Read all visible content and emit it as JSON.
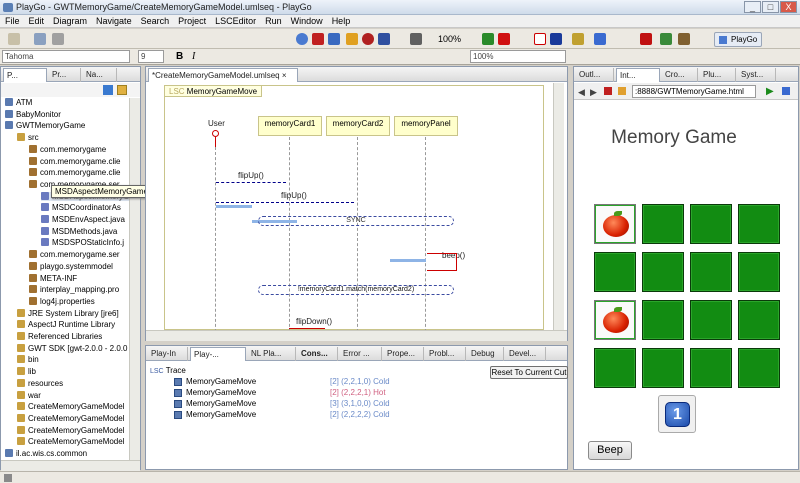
{
  "window": {
    "title": "PlayGo - GWTMemoryGame/CreateMemoryGameModel.umlseq - PlayGo",
    "min": "_",
    "max": "□",
    "close": "X"
  },
  "menu": [
    "File",
    "Edit",
    "Diagram",
    "Navigate",
    "Search",
    "Project",
    "LSCEditor",
    "Run",
    "Window",
    "Help"
  ],
  "toolbar": {
    "zoom": "100%",
    "zoom2": "100%",
    "font": "Tahoma",
    "font_size": "9",
    "perspective": "PlayGo"
  },
  "left_panel": {
    "tabs": [
      "P...",
      "Pr...",
      "Na..."
    ],
    "tree": [
      {
        "label": "ATM",
        "depth": 1
      },
      {
        "label": "BabyMonitor",
        "depth": 1
      },
      {
        "label": "GWTMemoryGame",
        "depth": 1
      },
      {
        "label": "src",
        "depth": 2
      },
      {
        "label": "com.memorygame",
        "depth": 3
      },
      {
        "label": "com.memorygame.clie",
        "depth": 3
      },
      {
        "label": "com.memorygame.clie",
        "depth": 3
      },
      {
        "label": "com.memorygame.ser",
        "depth": 3
      },
      {
        "label": "MSDAspectMemoryGameMove.aj",
        "depth": 4
      },
      {
        "label": "MSDCoordinatorAs",
        "depth": 4
      },
      {
        "label": "MSDEnvAspect.java",
        "depth": 4
      },
      {
        "label": "MSDMethods.java",
        "depth": 4
      },
      {
        "label": "MSDSPOStaticInfo.j",
        "depth": 4
      },
      {
        "label": "com.memorygame.ser",
        "depth": 3
      },
      {
        "label": "playgo.systemmodel",
        "depth": 3
      },
      {
        "label": "META-INF",
        "depth": 3
      },
      {
        "label": "interplay_mapping.pro",
        "depth": 3
      },
      {
        "label": "log4j.properties",
        "depth": 3
      },
      {
        "label": "JRE System Library [jre6]",
        "depth": 2
      },
      {
        "label": "AspectJ Runtime Library",
        "depth": 2
      },
      {
        "label": "Referenced Libraries",
        "depth": 2
      },
      {
        "label": "GWT SDK [gwt-2.0.0 - 2.0.0",
        "depth": 2
      },
      {
        "label": "bin",
        "depth": 2
      },
      {
        "label": "lib",
        "depth": 2
      },
      {
        "label": "resources",
        "depth": 2
      },
      {
        "label": "war",
        "depth": 2
      },
      {
        "label": "CreateMemoryGameModel",
        "depth": 2
      },
      {
        "label": "CreateMemoryGameModel",
        "depth": 2
      },
      {
        "label": "CreateMemoryGameModel",
        "depth": 2
      },
      {
        "label": "CreateMemoryGameModel",
        "depth": 2
      },
      {
        "label": "il.ac.wis.cs.common",
        "depth": 1
      }
    ],
    "tooltip": "MSDAspectMemoryGameMove.aj"
  },
  "editor": {
    "tab": "*CreateMemoryGameModel.umlseq",
    "frame_label": "MemoryGameMove",
    "frame_prefix": "LSC",
    "actor": "User",
    "lifelines": [
      "memoryCard1",
      "memoryCard2",
      "memoryPanel"
    ],
    "messages": [
      "flipUp()",
      "flipUp()",
      "beep()",
      "flipDown()"
    ],
    "sync": "SYNC",
    "condition": "!memoryCard1.match(memoryCard2)"
  },
  "bottom_panel": {
    "tabs": [
      "Play-In",
      "Play-...",
      "NL Pla...",
      "Cons...",
      "Error ...",
      "Prope...",
      "Probl...",
      "Debug",
      "Devel..."
    ],
    "reset_button": "Reset To Current Cut",
    "trace_root": "Trace",
    "trace_prefix": "LSC",
    "trace": [
      {
        "name": "MemoryGameMove",
        "cut": "[2] (2,2,1,0) Cold",
        "color": "#6a8ac8"
      },
      {
        "name": "MemoryGameMove",
        "cut": "[2] (2,2,2,1) Hot",
        "color": "#d06080"
      },
      {
        "name": "MemoryGameMove",
        "cut": "[3] (3,1,0,0) Cold",
        "color": "#6a8ac8"
      },
      {
        "name": "MemoryGameMove",
        "cut": "[2] (2,2,2,2) Cold",
        "color": "#6a8ac8"
      }
    ]
  },
  "right_panel": {
    "tabs": [
      "Outl...",
      "Int...",
      "Cro...",
      "Plu...",
      "Syst..."
    ],
    "url": ":8888/GWTMemoryGame.html",
    "game_title": "Memory Game",
    "grid": [
      [
        "apple",
        "green",
        "green",
        "green"
      ],
      [
        "green",
        "green",
        "green",
        "green"
      ],
      [
        "apple",
        "green",
        "green",
        "green"
      ],
      [
        "green",
        "green",
        "green",
        "green"
      ]
    ],
    "counter": "1",
    "beep_button": "Beep"
  },
  "colors": {
    "card_green": "#128c12",
    "lane_fill": "#ffffcc",
    "highlight": "#8eb4e6",
    "beep_arrow": "#cc0000"
  }
}
